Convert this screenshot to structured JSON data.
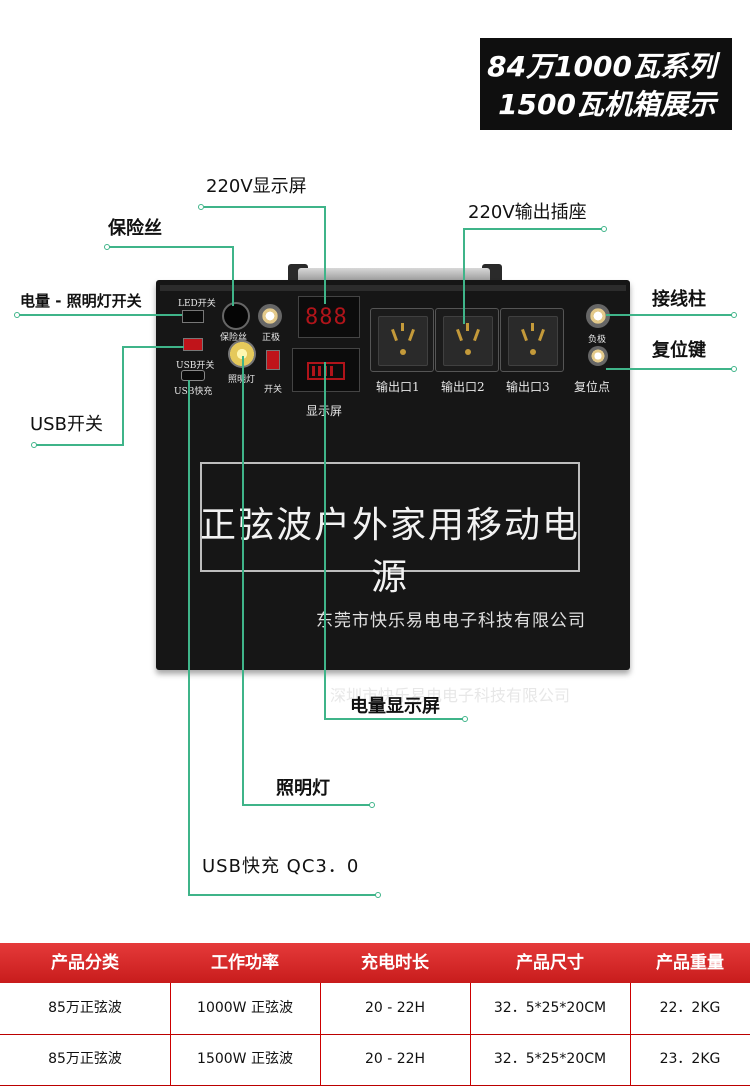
{
  "badge": {
    "line1": "84万1000瓦系列",
    "line2": "1500瓦机箱展示"
  },
  "device": {
    "main_label": "正弦波户外家用移动电源",
    "company": "东莞市快乐易电电子科技有限公司",
    "reflection": "深圳市快乐易电电子科技有限公司",
    "lcd_value": "888",
    "panel": {
      "led_switch": "LED开关",
      "fuse": "保险丝",
      "positive": "正极",
      "negative": "负极",
      "lamp": "照明灯",
      "switch": "开关",
      "usb_switch": "USB开关",
      "usb_fast": "USB快充",
      "display": "显示屏",
      "out1": "输出口1",
      "out2": "输出口2",
      "out3": "输出口3",
      "reset": "复位点"
    }
  },
  "callouts": {
    "display_220v": "220V显示屏",
    "output_220v": "220V输出插座",
    "fuse": "保险丝",
    "battery_lamp_switch": "电量 - 照明灯开关",
    "terminal": "接线柱",
    "reset_key": "复位键",
    "usb_switch": "USB开关",
    "battery_display": "电量显示屏",
    "lamp": "照明灯",
    "usb_fast": "USB快充 QC3．0"
  },
  "table": {
    "headers": [
      "产品分类",
      "工作功率",
      "充电时长",
      "产品尺寸",
      "产品重量"
    ],
    "rows": [
      [
        "85万正弦波",
        "1000W 正弦波",
        "20 - 22H",
        "32．5*25*20CM",
        "22．2KG"
      ],
      [
        "85万正弦波",
        "1500W 正弦波",
        "20 - 22H",
        "32．5*25*20CM",
        "23．2KG"
      ]
    ]
  },
  "colors": {
    "accent_green": "#3fb489",
    "table_red": "#d42a2a",
    "lcd_red": "#b0141a"
  }
}
